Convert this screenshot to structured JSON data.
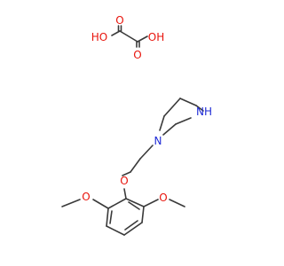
{
  "molecule": {
    "colors": {
      "bond": "#3a3a3a",
      "oxygen": "#e8140c",
      "nitrogen": "#1f2bd6",
      "carbon": "#3a3a3a"
    },
    "labels": {
      "oxalic_oh_left": "HO",
      "oxalic_oh_right": "OH",
      "oxalic_carbonyl_left": "O",
      "oxalic_carbonyl_right": "O",
      "piperazine_nh": "NH",
      "piperazine_n": "N",
      "ether_o": "O",
      "methoxy_left_o": "O",
      "methoxy_right_o": "O"
    }
  }
}
